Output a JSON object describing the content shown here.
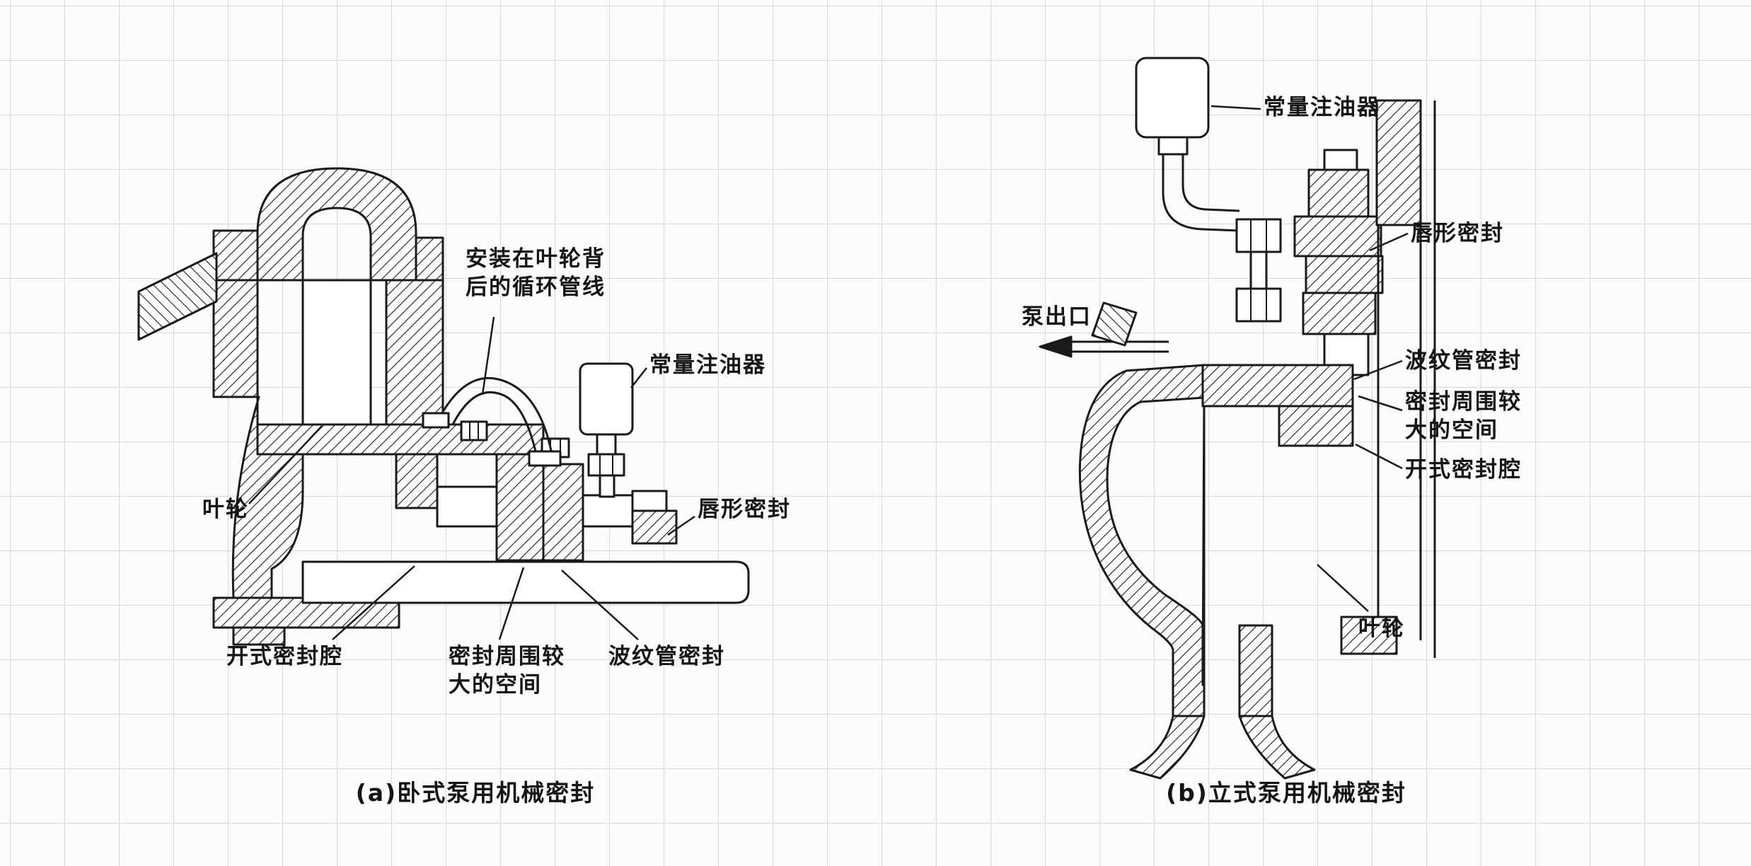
{
  "colors": {
    "ink": "#1a1a1a",
    "grid": "#d9d9d6",
    "paper": "#fcfcfb"
  },
  "figure_a": {
    "caption": "(a)卧式泵用机械密封",
    "labels": {
      "circulation_line1": "安装在叶轮背",
      "circulation_line2": "后的循环管线",
      "oiler": "常量注油器",
      "lip_seal": "唇形密封",
      "impeller": "叶轮",
      "open_seal_chamber": "开式密封腔",
      "seal_space_line1": "密封周围较",
      "seal_space_line2": "大的空间",
      "bellows_seal": "波纹管密封"
    }
  },
  "figure_b": {
    "caption": "(b)立式泵用机械密封",
    "labels": {
      "oiler": "常量注油器",
      "lip_seal": "唇形密封",
      "pump_outlet": "泵出口",
      "bellows_seal": "波纹管密封",
      "seal_space_line1": "密封周围较",
      "seal_space_line2": "大的空间",
      "open_seal_chamber": "开式密封腔",
      "impeller": "叶轮"
    }
  }
}
